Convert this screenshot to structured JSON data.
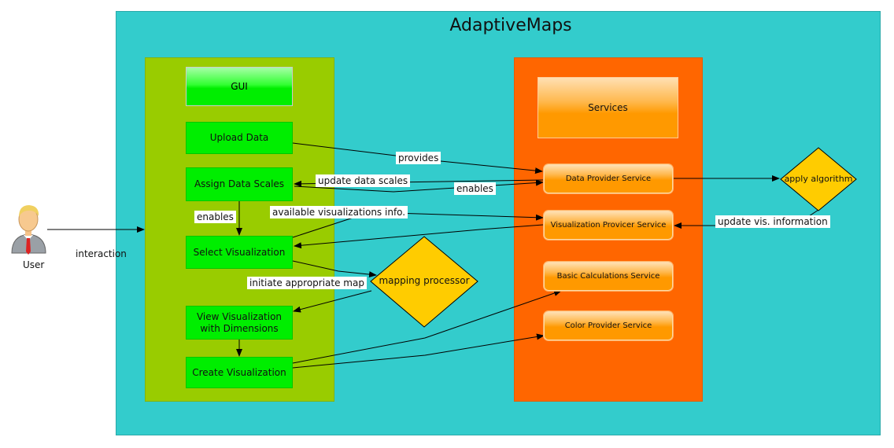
{
  "title": "AdaptiveMaps",
  "actor": {
    "label": "User",
    "edge_label": "interaction"
  },
  "gui": {
    "header": "GUI",
    "boxes": {
      "upload": "Upload Data",
      "assign": "Assign Data Scales",
      "select": "Select Visualization",
      "view_line1": "View Visualization",
      "view_line2": "with Dimensions",
      "create": "Create Visualization"
    }
  },
  "services": {
    "header": "Services",
    "items": {
      "data_provider": "Data Provider Service",
      "vis_provider": "Visualization Provicer Service",
      "basic_calc": "Basic Calculations Service",
      "color_provider": "Color Provider Service"
    }
  },
  "decisions": {
    "apply": "apply algorithm",
    "mapping": "mapping processor"
  },
  "edge_labels": {
    "provides": "provides",
    "update_scales": "update data scales",
    "enables_service": "enables",
    "enables_flow": "enables",
    "available_vis": "available visualizations info.",
    "update_vis": "update vis. information",
    "initiate_map": "initiate appropriate map"
  },
  "colors": {
    "frame": "#33cccc",
    "gui_panel": "#99cc00",
    "service_panel": "#ff6600",
    "gui_box": "#00ee00",
    "diamond": "#ffcc00"
  }
}
